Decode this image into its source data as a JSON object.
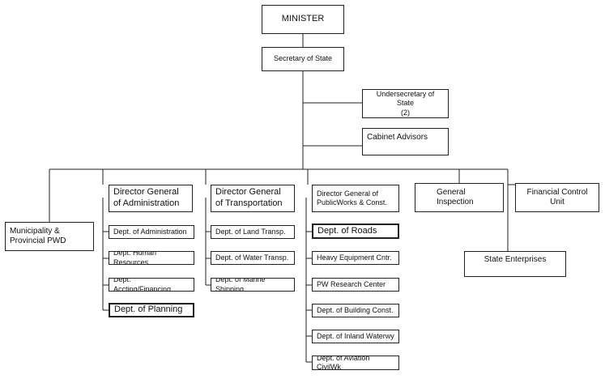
{
  "minister": "MINISTER",
  "secretary": "Secretary of State",
  "undersecretary": {
    "line1": "Undersecretary of State",
    "line2": "(2)"
  },
  "cabinet": "Cabinet Advisors",
  "municipality": "Municipality & Provincial PWD",
  "dg_admin": "Director General of Administration",
  "dg_transport": "Director General of Transportation",
  "dg_publicworks": {
    "line1": "Director General of",
    "line2": "PublicWorks & Const."
  },
  "general_inspection": "General Inspection",
  "financial_control": {
    "line1": "Financial Control",
    "line2": "Unit"
  },
  "state_enterprises": "State Enterprises",
  "admin_depts": [
    "Dept. of Administration",
    "Dept. Human Resources",
    "Dept. Accting/Financing",
    "Dept. of Planning"
  ],
  "transport_depts": [
    "Dept. of Land Transp.",
    "Dept. of Water Transp.",
    "Dept. of Marine Shipping"
  ],
  "publicworks_depts": [
    "Dept. of Roads",
    "Heavy Equipment Cntr.",
    "PW Research Center",
    "Dept. of Building Const.",
    "Dept. of Inland Waterwy",
    "Dept. of Aviation CivilWk"
  ]
}
